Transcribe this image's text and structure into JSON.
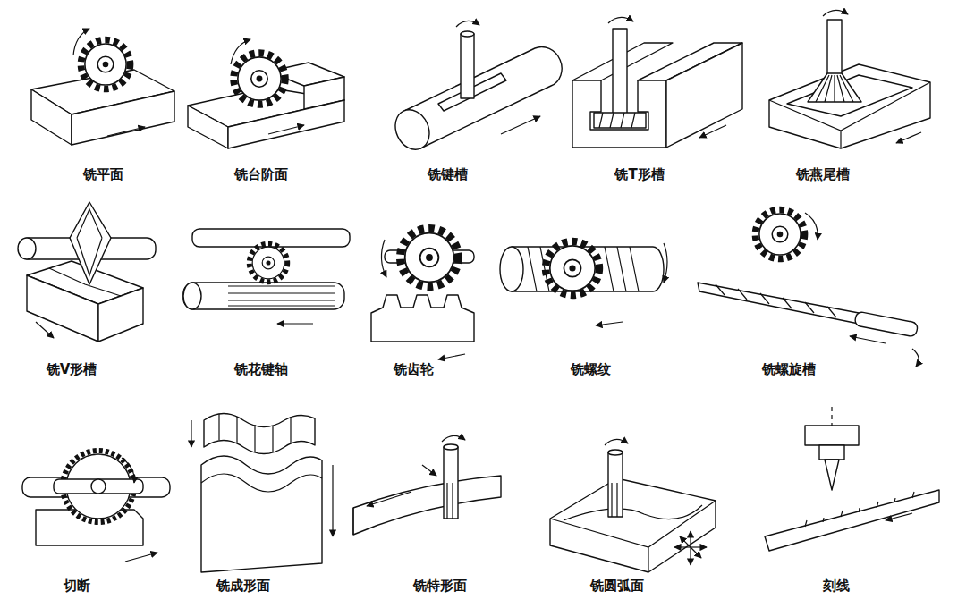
{
  "diagram": {
    "labels": [
      "铣平面",
      "铣台阶面",
      "铣键槽",
      "铣T形槽",
      "铣燕尾槽",
      "铣V形槽",
      "铣花键轴",
      "铣齿轮",
      "铣螺纹",
      "铣螺旋槽",
      "切断",
      "铣成形面",
      "铣特形面",
      "铣圆弧面",
      "刻线"
    ]
  }
}
